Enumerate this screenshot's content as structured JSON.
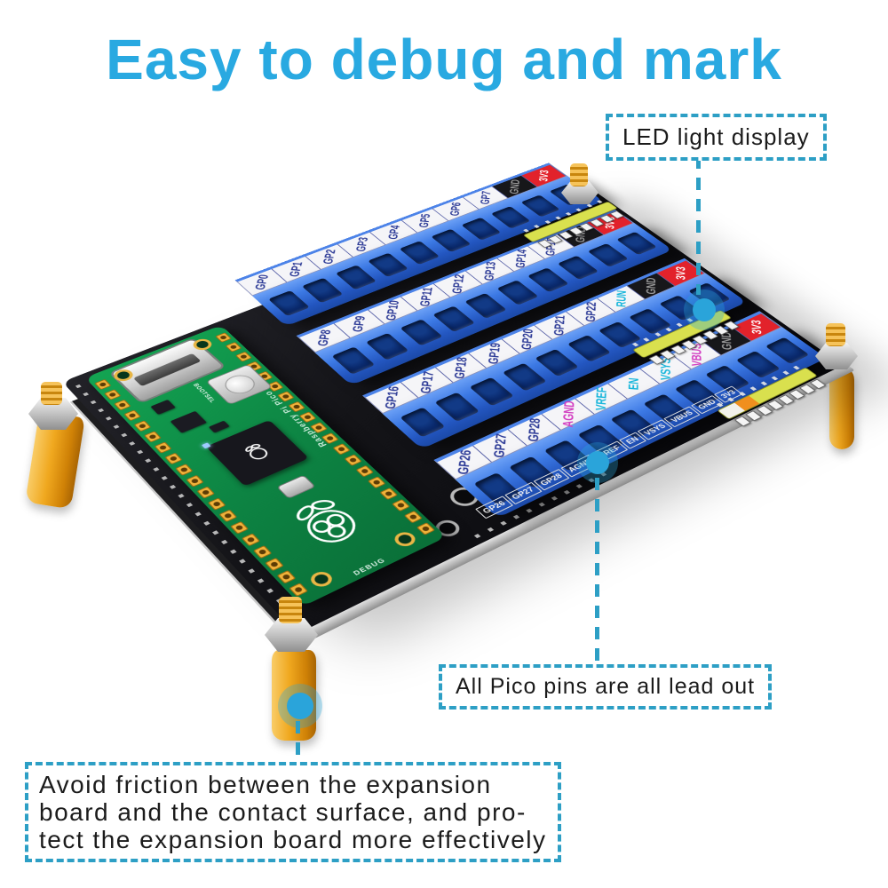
{
  "title": "Easy to debug and mark",
  "callouts": {
    "led": {
      "label": "LED light display"
    },
    "pins": {
      "label": "All Pico pins are all lead out"
    },
    "friction": {
      "lines": [
        "Avoid friction between the expansion",
        "board and the contact surface, and pro-",
        "tect the expansion board more effectively"
      ]
    }
  },
  "board": {
    "pico": {
      "brand_text": "Raspberry Pi Pico",
      "button_label": "BOOTSEL",
      "debug_label": "DEBUG"
    },
    "terminal_rows": [
      {
        "labels": [
          {
            "text": "GP0",
            "style": "gpio"
          },
          {
            "text": "GP1",
            "style": "gpio"
          },
          {
            "text": "GP2",
            "style": "gpio"
          },
          {
            "text": "GP3",
            "style": "gpio"
          },
          {
            "text": "GP4",
            "style": "gpio"
          },
          {
            "text": "GP5",
            "style": "gpio"
          },
          {
            "text": "GP6",
            "style": "gpio"
          },
          {
            "text": "GP7",
            "style": "gpio"
          },
          {
            "text": "GND",
            "style": "gnd"
          },
          {
            "text": "3V3",
            "style": "v33"
          }
        ]
      },
      {
        "labels": [
          {
            "text": "GP8",
            "style": "gpio"
          },
          {
            "text": "GP9",
            "style": "gpio"
          },
          {
            "text": "GP10",
            "style": "gpio"
          },
          {
            "text": "GP11",
            "style": "gpio"
          },
          {
            "text": "GP12",
            "style": "gpio"
          },
          {
            "text": "GP13",
            "style": "gpio"
          },
          {
            "text": "GP14",
            "style": "gpio"
          },
          {
            "text": "GP15",
            "style": "gpio"
          },
          {
            "text": "GND",
            "style": "gnd"
          },
          {
            "text": "3V3",
            "style": "v33"
          }
        ]
      },
      {
        "labels": [
          {
            "text": "GP16",
            "style": "gpio"
          },
          {
            "text": "GP17",
            "style": "gpio"
          },
          {
            "text": "GP18",
            "style": "gpio"
          },
          {
            "text": "GP19",
            "style": "gpio"
          },
          {
            "text": "GP20",
            "style": "gpio"
          },
          {
            "text": "GP21",
            "style": "gpio"
          },
          {
            "text": "GP22",
            "style": "gpio"
          },
          {
            "text": "RUN",
            "style": "cyan"
          },
          {
            "text": "GND",
            "style": "gnd"
          },
          {
            "text": "3V3",
            "style": "v33"
          }
        ]
      },
      {
        "labels": [
          {
            "text": "GP26",
            "style": "gpio"
          },
          {
            "text": "GP27",
            "style": "gpio"
          },
          {
            "text": "GP28",
            "style": "gpio"
          },
          {
            "text": "AGND",
            "style": "mag"
          },
          {
            "text": "VREF",
            "style": "cyan"
          },
          {
            "text": "EN",
            "style": "cyan"
          },
          {
            "text": "VSYS",
            "style": "cyan"
          },
          {
            "text": "VBUS",
            "style": "mag"
          },
          {
            "text": "GND",
            "style": "gnd"
          },
          {
            "text": "3V3",
            "style": "v33"
          }
        ]
      }
    ],
    "edge_labels": [
      "GP26",
      "GP27",
      "GP28",
      "AGND",
      "VREF",
      "EN",
      "VSYS",
      "VBUS",
      "GND",
      "3V3"
    ],
    "leds_per_strip": 8,
    "pads_per_side": 19
  },
  "colors": {
    "accent_cyan": "#29a9e1",
    "callout_teal": "#2d9fc5",
    "terminal_blue": "#3c79e4",
    "label_red": "#e2222b",
    "pico_green": "#0f9648",
    "standoff_gold": "#eda21c",
    "led_strip_yellow": "#d9e04e",
    "pcb_black": "#101014"
  }
}
